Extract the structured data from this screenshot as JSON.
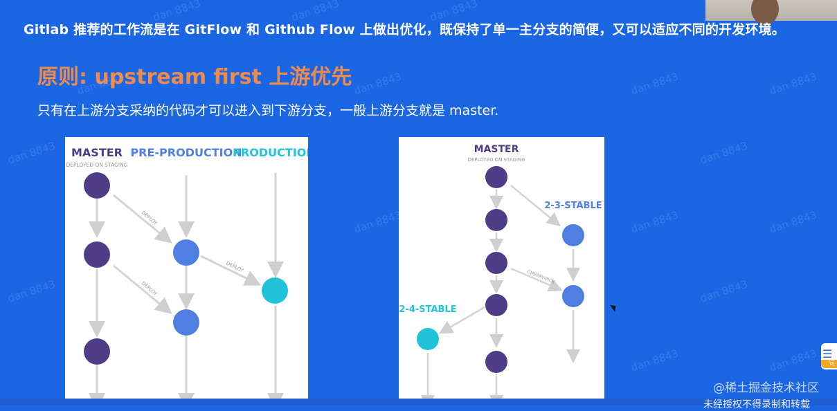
{
  "slide": {
    "header_line": "Gitlab 推荐的工作流是在 GitFlow 和 Github Flow 上做出优化，既保持了单一主分支的简便，又可以适应不同的开发环境。",
    "title": "原则: upstream first 上游优先",
    "subtitle": "只有在上游分支采纳的代码才可以进入到下游分支，一般上游分支就是 master."
  },
  "diagram_left": {
    "master_label": "MASTER",
    "master_sub": "DEPLOYED ON STAGING",
    "preprod_label": "PRE-PRODUCTION",
    "prod_label": "PRODUCTION",
    "deploy_1": "DEPLOY",
    "deploy_2": "DEPLOY",
    "deploy_3": "DEPLOY"
  },
  "diagram_right": {
    "master_label": "MASTER",
    "master_sub": "DEPLOYED ON STAGING",
    "stable_23": "2-3-STABLE",
    "stable_24": "2-4-STABLE",
    "cherry_pick": "CHERRY-PICK"
  },
  "watermark": "dan 8843",
  "brand": "@稀土掘金技术社区",
  "notice": "未经授权不得录制和转载",
  "side_button": {
    "label": "问"
  },
  "icons": [
    "list-icon"
  ],
  "colors": {
    "background": "#1a66e3",
    "title": "#ef8a4d",
    "master": "#4f3d87",
    "preprod": "#4f7fe0",
    "prod": "#21c3d8"
  }
}
